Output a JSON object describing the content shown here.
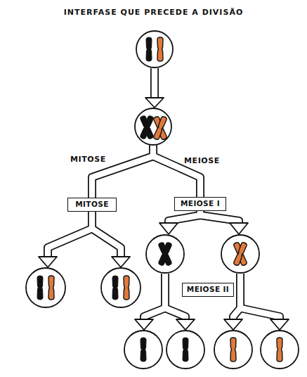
{
  "diagram": {
    "title": "INTERFASE QUE PRECEDE A DIVISÃO",
    "nodes": [
      {
        "text": [
          "MITOSE"
        ]
      },
      {
        "text": [
          "MEIOSE I"
        ]
      },
      {
        "text": [
          "MEIOSE II"
        ]
      }
    ],
    "labels": [
      "MITOSE",
      "MEIOSE"
    ]
  }
}
